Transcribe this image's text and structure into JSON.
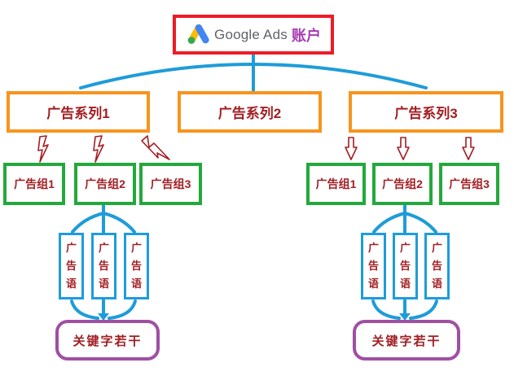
{
  "diagram": {
    "title_semantic": "Google Ads account structure diagram",
    "account": {
      "brand": "Google Ads",
      "suffix": "账户"
    },
    "campaigns": [
      "广告系列1",
      "广告系列2",
      "广告系列3"
    ],
    "left": {
      "adgroups": [
        "广告组1",
        "广告组2",
        "广告组3"
      ],
      "ads": [
        "广告语",
        "广告语",
        "广告语"
      ],
      "keywords": "关键字若干"
    },
    "right": {
      "adgroups": [
        "广告组1",
        "广告组2",
        "广告组3"
      ],
      "ads": [
        "广告语",
        "广告语",
        "广告语"
      ],
      "keywords": "关键字若干"
    },
    "colors": {
      "account_border": "#EE1C25",
      "campaign_border": "#F7941D",
      "adgroup_border": "#23A93B",
      "adcopy_border": "#1E9CD9",
      "keywords_border": "#A04FA3",
      "connector_blue": "#1E9CD9",
      "node_text": "#A21E23",
      "account_suffix_text": "#A83BB5",
      "brand_text": "#5F6368",
      "logo_yellow": "#FBBC04",
      "logo_blue": "#4285F4",
      "logo_green": "#34A853"
    }
  }
}
